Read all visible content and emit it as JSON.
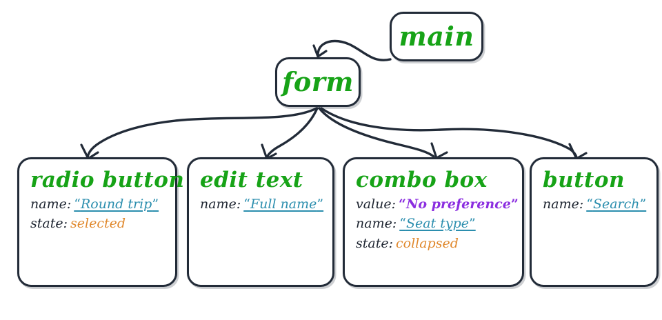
{
  "diagram": {
    "type": "accessibility-tree",
    "background": "#ffffff",
    "colors": {
      "node_border": "#222b38",
      "node_title": "#17a317",
      "prop_key": "#1d2430",
      "value_name": "#2b8eae",
      "value_state": "#e0882c",
      "value_value": "#8b2ee0",
      "edge": "#222b38"
    },
    "root": {
      "id": "main",
      "label": "main"
    },
    "intermediate": {
      "id": "form",
      "label": "form"
    },
    "children": [
      {
        "id": "radio-button",
        "label": "radio button",
        "props": [
          {
            "key": "name:",
            "value": "Round trip",
            "kind": "name",
            "quoted": true
          },
          {
            "key": "state:",
            "value": "selected",
            "kind": "state",
            "quoted": false
          }
        ]
      },
      {
        "id": "edit-text",
        "label": "edit text",
        "props": [
          {
            "key": "name:",
            "value": "Full name",
            "kind": "name",
            "quoted": true
          }
        ]
      },
      {
        "id": "combo-box",
        "label": "combo box",
        "props": [
          {
            "key": "value:",
            "value": "No preference",
            "kind": "value",
            "quoted": true
          },
          {
            "key": "name:",
            "value": "Seat type",
            "kind": "name",
            "quoted": true
          },
          {
            "key": "state:",
            "value": "collapsed",
            "kind": "state",
            "quoted": false
          }
        ]
      },
      {
        "id": "button",
        "label": "button",
        "props": [
          {
            "key": "name:",
            "value": "Search",
            "kind": "name",
            "quoted": true
          }
        ]
      }
    ],
    "quotes": {
      "open": "“",
      "close": "”"
    },
    "edges": [
      {
        "from": "main",
        "to": "form"
      },
      {
        "from": "form",
        "to": "radio-button"
      },
      {
        "from": "form",
        "to": "edit-text"
      },
      {
        "from": "form",
        "to": "combo-box"
      },
      {
        "from": "form",
        "to": "button"
      }
    ]
  }
}
